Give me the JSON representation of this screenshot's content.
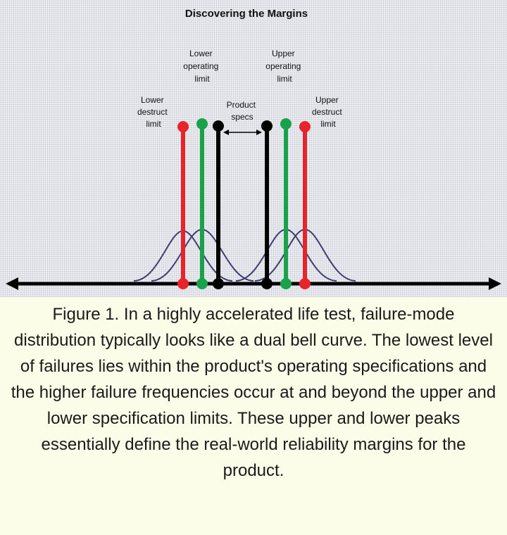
{
  "figure": {
    "title": "Discovering the Margins",
    "labels": {
      "lower_destruct": [
        "Lower",
        "destruct",
        "limit"
      ],
      "lower_operating": [
        "Lower",
        "operating",
        "limit"
      ],
      "product_specs": [
        "Product",
        "specs"
      ],
      "upper_operating": [
        "Upper",
        "operating",
        "limit"
      ],
      "upper_destruct": [
        "Upper",
        "destruct",
        "limit"
      ]
    },
    "colors": {
      "destruct_limit": "#e8232a",
      "operating_limit": "#1aa24a",
      "spec_limit": "#000000",
      "bell_curve": "#3d3d6e",
      "axis": "#000000"
    },
    "caption": "Figure 1. In a highly accelerated life test, failure-mode distribution typically looks like a dual bell curve. The lowest level of failures lies within the product's operating specifications and the higher failure frequencies occur at and beyond the upper and lower specification limits. These upper and lower peaks essentially define the real-world reliability margins for the product."
  }
}
